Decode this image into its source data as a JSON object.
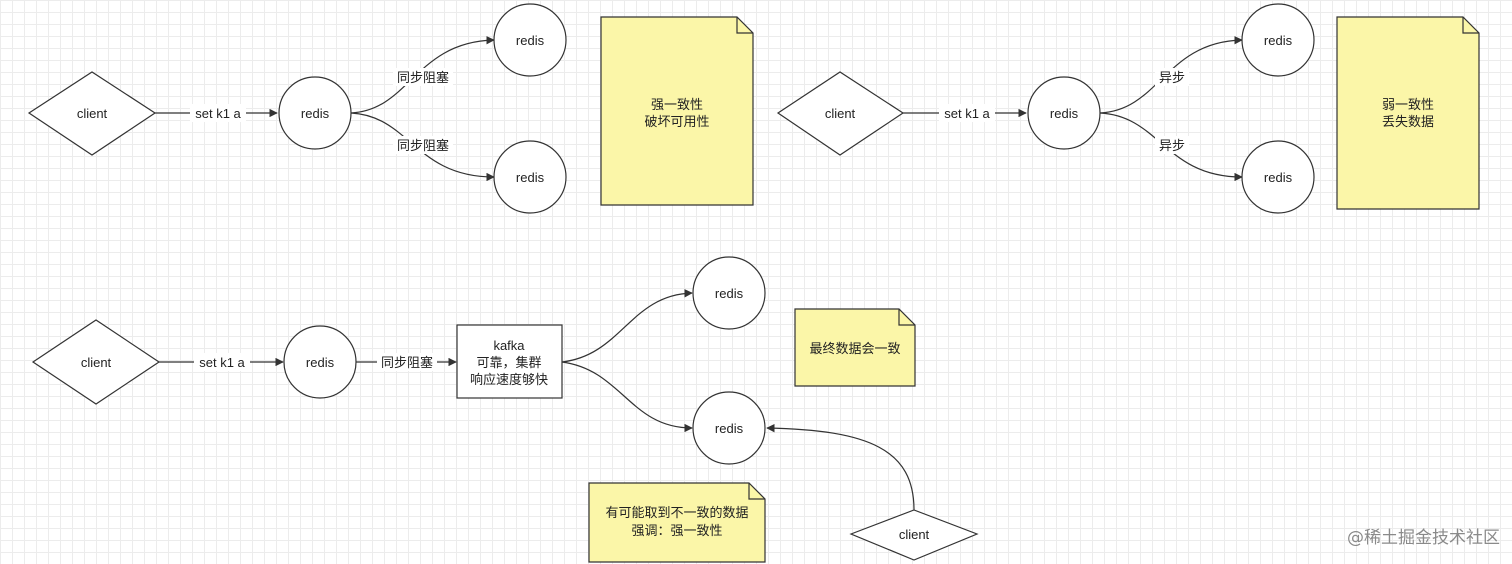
{
  "colors": {
    "note_fill": "#fbf6a8",
    "stroke": "#333333",
    "grid": "#ececec"
  },
  "diagram1": {
    "client": "client",
    "edge_set": "set k1 a",
    "redis_main": "redis",
    "edge_sync_top": "同步阻塞",
    "edge_sync_bottom": "同步阻塞",
    "redis_top": "redis",
    "redis_bottom": "redis",
    "note_lines": [
      "强一致性",
      "破坏可用性"
    ]
  },
  "diagram2": {
    "client": "client",
    "edge_set": "set k1 a",
    "redis_main": "redis",
    "edge_async_top": "异步",
    "edge_async_bottom": "异步",
    "redis_top": "redis",
    "redis_bottom": "redis",
    "note_lines": [
      "弱一致性",
      "丢失数据"
    ]
  },
  "diagram3": {
    "client": "client",
    "edge_set": "set k1 a",
    "redis_main": "redis",
    "edge_sync": "同步阻塞",
    "kafka_lines": [
      "kafka",
      "可靠，集群",
      "响应速度够快"
    ],
    "redis_top": "redis",
    "redis_bottom": "redis",
    "note_eventual": "最终数据会一致",
    "note_inconsistent_lines": [
      "有可能取到不一致的数据",
      "强调：强一致性"
    ],
    "client_reader": "client"
  },
  "watermark": "@稀土掘金技术社区"
}
